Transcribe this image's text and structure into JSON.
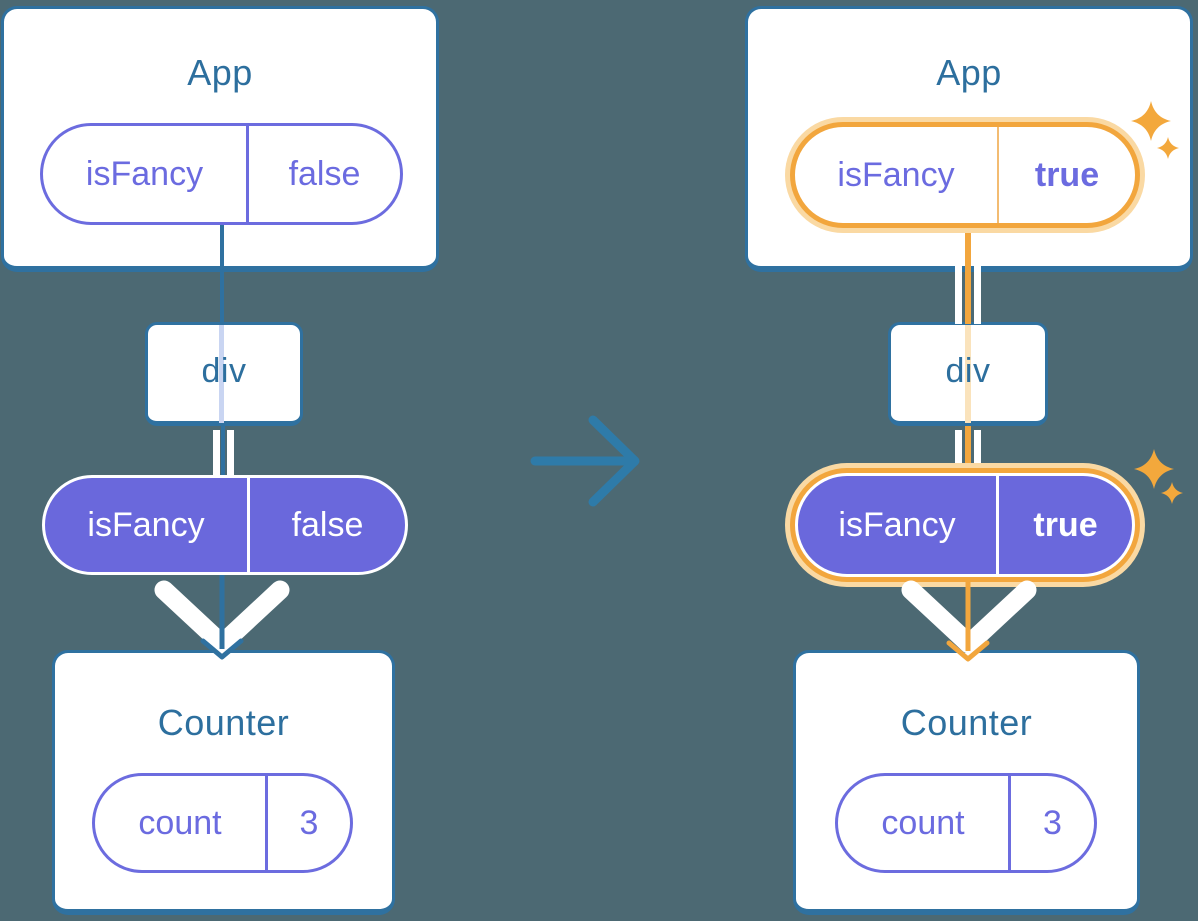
{
  "colors": {
    "background": "#4C6973",
    "card_border_blue": "#2F71A0",
    "title_blue": "#2D6F9E",
    "purple_fill": "#6A68DC",
    "purple_text": "#6B6BE0",
    "orange_highlight": "#F2A63D",
    "orange_glow": "#FAD9A3",
    "passthrough_lavender": "#C9D5F2",
    "passthrough_peach": "#FAE3BC",
    "transition_arrow_blue": "#2E7BA9"
  },
  "before": {
    "app": {
      "title": "App",
      "prop": {
        "name": "isFancy",
        "value": "false"
      }
    },
    "container": {
      "label": "div"
    },
    "passed_prop": {
      "name": "isFancy",
      "value": "false"
    },
    "counter": {
      "title": "Counter",
      "state": {
        "name": "count",
        "value": "3"
      }
    }
  },
  "after": {
    "app": {
      "title": "App",
      "prop": {
        "name": "isFancy",
        "value": "true"
      }
    },
    "container": {
      "label": "div"
    },
    "passed_prop": {
      "name": "isFancy",
      "value": "true"
    },
    "counter": {
      "title": "Counter",
      "state": {
        "name": "count",
        "value": "3"
      }
    }
  },
  "icons": {
    "transition": "right-arrow-icon",
    "sparkle": "sparkle-icon",
    "flow_arrow": "down-chevron-arrow-icon"
  }
}
